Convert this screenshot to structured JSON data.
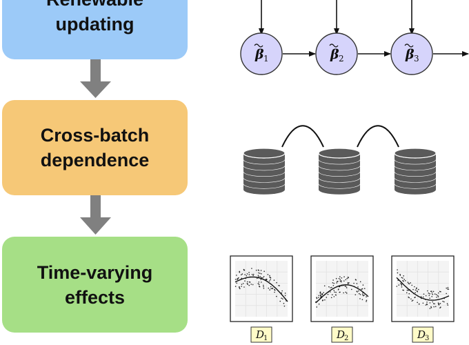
{
  "colors": {
    "renewable": "#9ccaf8",
    "crossbatch": "#f6c877",
    "timevarying": "#a6df86",
    "arrow": "#808080",
    "node_fill": "#d6d4fb",
    "node_stroke": "#333333",
    "disk": "#5a5a5a",
    "label_fill": "#fffbc8"
  },
  "stages": [
    {
      "lines": [
        "Renewable",
        "updating"
      ]
    },
    {
      "lines": [
        "Cross-batch",
        "dependence"
      ]
    },
    {
      "lines": [
        "Time-varying",
        "effects"
      ]
    }
  ],
  "nodes": [
    {
      "symbol": "β",
      "subscript": "1"
    },
    {
      "symbol": "β",
      "subscript": "2"
    },
    {
      "symbol": "β",
      "subscript": "3"
    }
  ],
  "datasets": [
    {
      "symbol": "D",
      "subscript": "1"
    },
    {
      "symbol": "D",
      "subscript": "2"
    },
    {
      "symbol": "D",
      "subscript": "3"
    }
  ],
  "icons": {
    "stack": "database-stack-icon",
    "panel": "scatter-plot-icon"
  }
}
